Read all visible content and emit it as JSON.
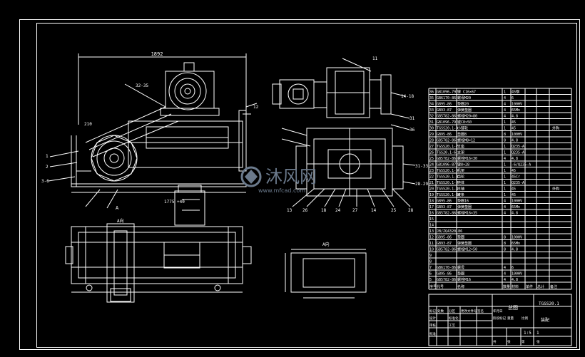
{
  "drawing": {
    "dimensions": {
      "overall_width": "1892",
      "offset_left": "210",
      "base_span": "1775 +40",
      "flange": "32-35"
    },
    "part_callouts": [
      "11",
      "12",
      "13",
      "14",
      "15",
      "16",
      "18",
      "24",
      "25",
      "26",
      "27",
      "28",
      "29",
      "31",
      "32",
      "34",
      "35",
      "36"
    ],
    "section_marks": [
      "A",
      "A向"
    ],
    "right_view_labels": [
      "14-18",
      "31-33",
      "28-29"
    ],
    "left_view_labels": [
      "1",
      "2",
      "3-6"
    ]
  },
  "bom": {
    "rows": [
      {
        "no": "36",
        "code": "GB1096-79",
        "name": "键 C16×67",
        "qty": "1",
        "mat": "45钢",
        "note": ""
      },
      {
        "no": "35",
        "code": "GB6170-86",
        "name": "螺母M20",
        "qty": "4",
        "mat": "6",
        "note": ""
      },
      {
        "no": "34",
        "code": "GB95-86",
        "name": "垫圈20",
        "qty": "4",
        "mat": "100HV",
        "note": ""
      },
      {
        "no": "33",
        "code": "GB93-87",
        "name": "弹簧垫圈",
        "qty": "4",
        "mat": "65Mn",
        "note": ""
      },
      {
        "no": "32",
        "code": "GB5782-86",
        "name": "螺栓M20×80",
        "qty": "4",
        "mat": "4.8",
        "note": ""
      },
      {
        "no": "31",
        "code": "GB1096-79",
        "name": "键C8×50",
        "qty": "1",
        "mat": "45",
        "note": ""
      },
      {
        "no": "30",
        "code": "TGSS20.1-9",
        "name": "小链轮",
        "qty": "1",
        "mat": "45",
        "note": "外购"
      },
      {
        "no": "29",
        "code": "GB95-86",
        "name": "垫圈8",
        "qty": "8",
        "mat": "100HV",
        "note": ""
      },
      {
        "no": "28",
        "code": "GB5782-86",
        "name": "螺栓M8×12",
        "qty": "8",
        "mat": "4.8",
        "note": ""
      },
      {
        "no": "27",
        "code": "TGSS20.1-7",
        "name": "支座",
        "qty": "1",
        "mat": "Q235-A",
        "note": ""
      },
      {
        "no": "26",
        "code": "TGS20.1-6",
        "name": "支架",
        "qty": "1",
        "mat": "Q235-A",
        "note": ""
      },
      {
        "no": "25",
        "code": "GB5782-86",
        "name": "螺栓M16×30",
        "qty": "4",
        "mat": "4.8",
        "note": ""
      },
      {
        "no": "24",
        "code": "GB1096-87",
        "name": "键8×28",
        "qty": "1",
        "mat": "-6/Q235-A",
        "note": ""
      },
      {
        "no": "23",
        "code": "TGSS20.1-5",
        "name": "机架",
        "qty": "1",
        "mat": "45",
        "note": ""
      },
      {
        "no": "22",
        "code": "TGSS20.1-3",
        "name": "齿轮",
        "qty": "1",
        "mat": "45Cr",
        "note": ""
      },
      {
        "no": "21",
        "code": "TGSS20.1-2",
        "name": "壳体",
        "qty": "1",
        "mat": "Q235-A",
        "note": ""
      },
      {
        "no": "20",
        "code": "TGSS20.1-4",
        "name": "主轴",
        "qty": "1",
        "mat": "45",
        "note": "外购"
      },
      {
        "no": "19",
        "code": "TGSS20.1-10",
        "name": "链条",
        "qty": "1",
        "mat": "45",
        "note": ""
      },
      {
        "no": "18",
        "code": "GB95-86",
        "name": "垫圈16",
        "qty": "4",
        "mat": "100HV",
        "note": ""
      },
      {
        "no": "17",
        "code": "GB93-87",
        "name": "弹簧垫圈",
        "qty": "4",
        "mat": "65Mn",
        "note": ""
      },
      {
        "no": "16",
        "code": "GB5782-86",
        "name": "螺栓M16×35",
        "qty": "4",
        "mat": "4.8",
        "note": ""
      },
      {
        "no": "15",
        "code": "",
        "name": "",
        "qty": "",
        "mat": "",
        "note": ""
      },
      {
        "no": "14",
        "code": "",
        "name": "",
        "qty": "",
        "mat": "",
        "note": ""
      },
      {
        "no": "13",
        "code": "JB/ZQ4320-86",
        "name": "",
        "qty": "",
        "mat": "",
        "note": ""
      },
      {
        "no": "12",
        "code": "GB95-86",
        "name": "垫圈",
        "qty": "8",
        "mat": "100HV",
        "note": ""
      },
      {
        "no": "11",
        "code": "GB93-87",
        "name": "弹簧垫圈",
        "qty": "8",
        "mat": "65Mn",
        "note": ""
      },
      {
        "no": "10",
        "code": "GB5782-86",
        "name": "螺栓M12×50",
        "qty": "8",
        "mat": "4.8",
        "note": ""
      },
      {
        "no": "9",
        "code": "",
        "name": "",
        "qty": "",
        "mat": "",
        "note": ""
      },
      {
        "no": "8",
        "code": "",
        "name": "",
        "qty": "",
        "mat": "",
        "note": ""
      },
      {
        "no": "7",
        "code": "GB6170-86",
        "name": "螺母",
        "qty": "4",
        "mat": "6",
        "note": ""
      },
      {
        "no": "6",
        "code": "GB95-86",
        "name": "垫圈",
        "qty": "4",
        "mat": "100HV",
        "note": ""
      },
      {
        "no": "5",
        "code": "GB5782-86",
        "name": "螺栓M16",
        "qty": "4",
        "mat": "4.8",
        "note": ""
      }
    ],
    "header": [
      "序号",
      "代号",
      "名称",
      "数量",
      "材料",
      "单件",
      "总计",
      "备注"
    ]
  },
  "title_block": {
    "drawing_no": "TGSS20.1",
    "title": "总图",
    "scale": "1:5",
    "sheet": "1",
    "assembly": "装配",
    "labels": [
      "标记",
      "处数",
      "分区",
      "更改文件号",
      "签名",
      "年月日",
      "设计",
      "标准化",
      "阶段标记",
      "重量",
      "比例",
      "审核",
      "工艺",
      "批准",
      "共",
      "张",
      "第",
      "张"
    ]
  },
  "watermark": {
    "brand": "沐风网",
    "url": "www.mfcad.com"
  }
}
